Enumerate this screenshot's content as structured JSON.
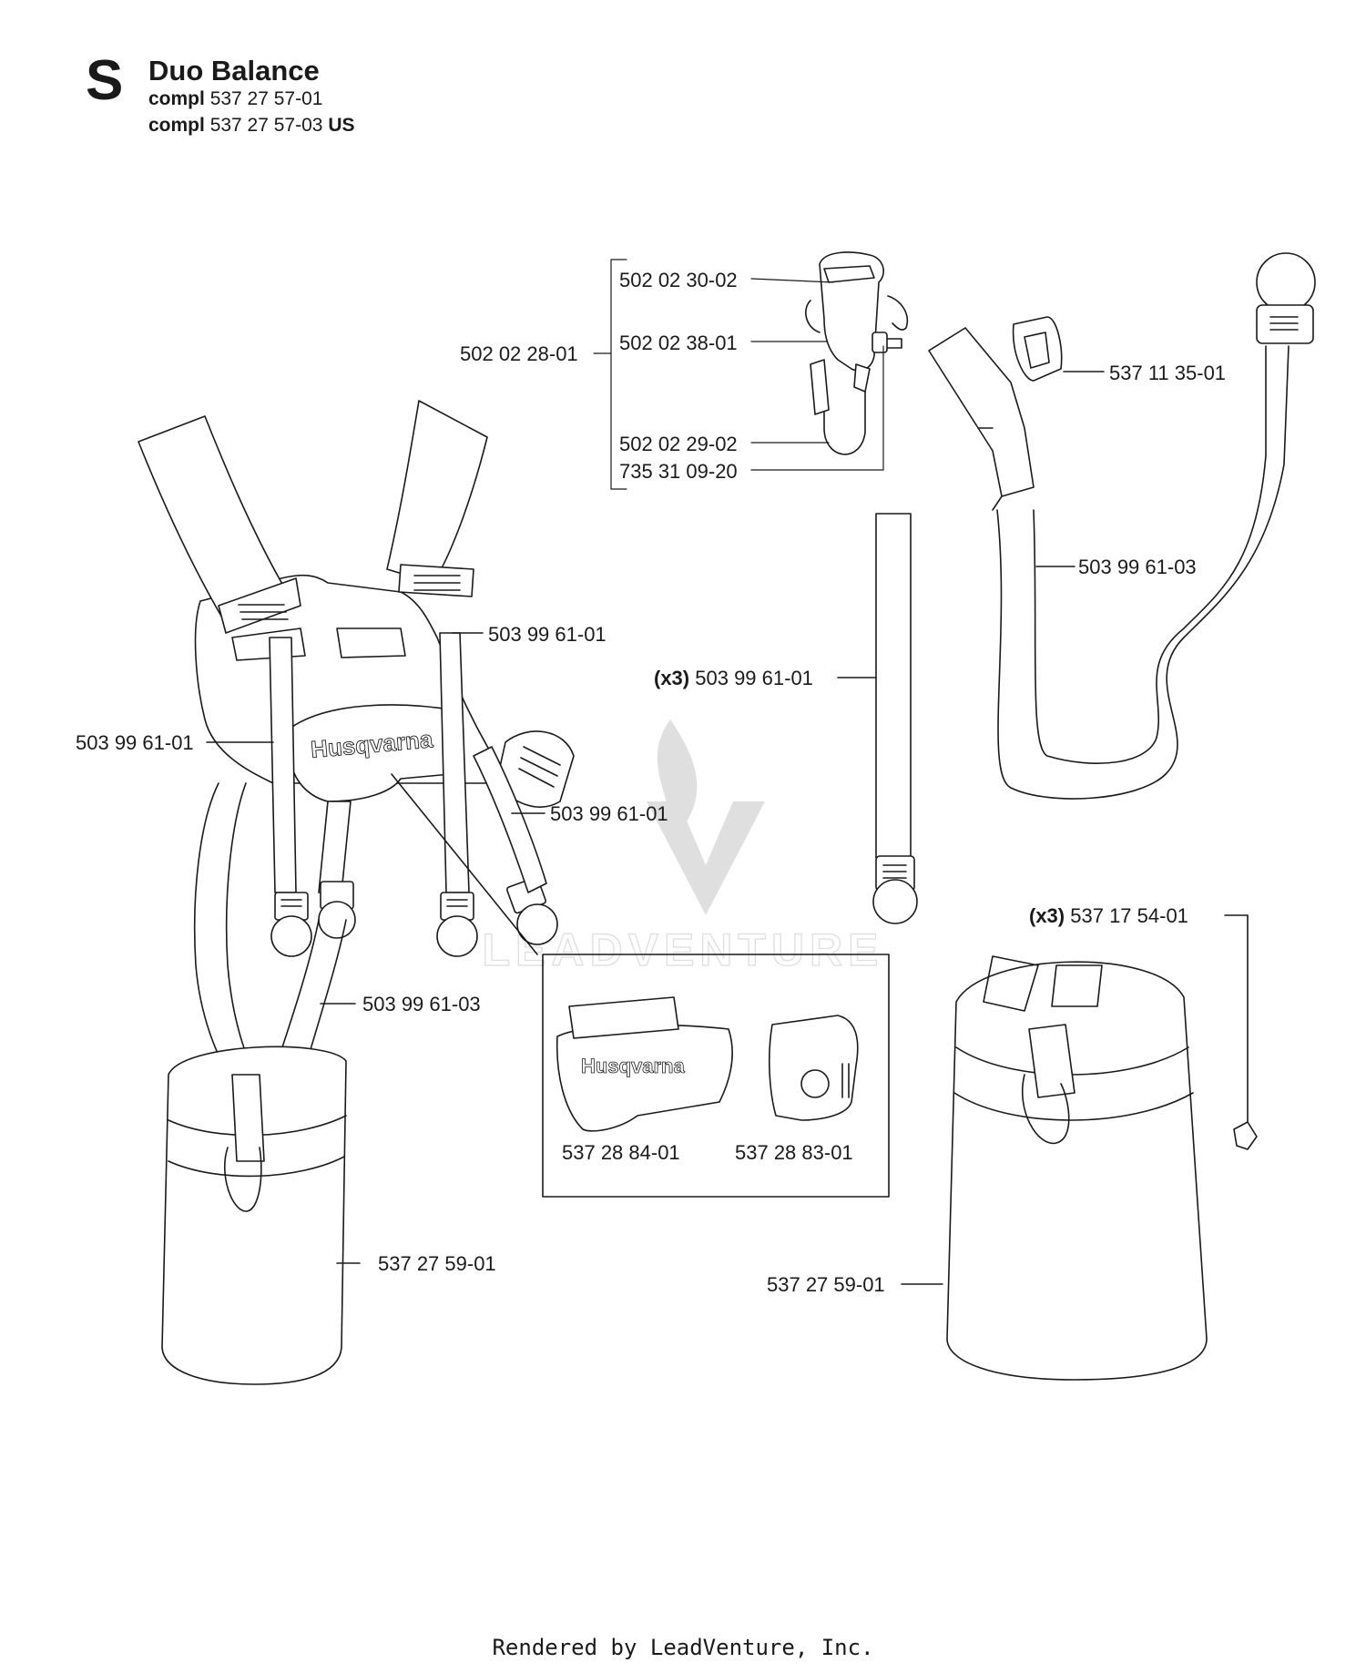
{
  "header": {
    "section_letter": "S",
    "title": "Duo Balance",
    "lines": [
      {
        "prefix": "compl",
        "number": "537 27 57-01",
        "suffix": ""
      },
      {
        "prefix": "compl",
        "number": "537 27 57-03",
        "suffix": "US"
      }
    ]
  },
  "callouts": {
    "c1": {
      "qty": "",
      "part": "502 02 30-02"
    },
    "c2": {
      "qty": "",
      "part": "502 02 28-01"
    },
    "c3": {
      "qty": "",
      "part": "502 02 38-01"
    },
    "c4": {
      "qty": "",
      "part": "502 02 29-02"
    },
    "c5": {
      "qty": "",
      "part": "735 31 09-20"
    },
    "c6": {
      "qty": "",
      "part": "537 11 35-01"
    },
    "c7": {
      "qty": "",
      "part": "503 99 61-03"
    },
    "c8": {
      "qty": "(x3)",
      "part": "503 99 61-01"
    },
    "c9": {
      "qty": "",
      "part": "503 99 61-01"
    },
    "c10": {
      "qty": "",
      "part": "503 99 61-01"
    },
    "c11": {
      "qty": "",
      "part": "503 99 61-01"
    },
    "c12": {
      "qty": "",
      "part": "503 99 61-03"
    },
    "c13": {
      "qty": "",
      "part": "537 28 84-01"
    },
    "c14": {
      "qty": "",
      "part": "537 28 83-01"
    },
    "c15": {
      "qty": "(x3)",
      "part": "537 17 54-01"
    },
    "c16": {
      "qty": "",
      "part": "537 27 59-01"
    },
    "c17": {
      "qty": "",
      "part": "537 27 59-01"
    }
  },
  "brand_marks": {
    "pad_logo": "Husqvarna",
    "inset_logo": "Husqvarna"
  },
  "watermark": {
    "text": "LEADVENTURE"
  },
  "footer": {
    "text": "Rendered by LeadVenture, Inc."
  }
}
